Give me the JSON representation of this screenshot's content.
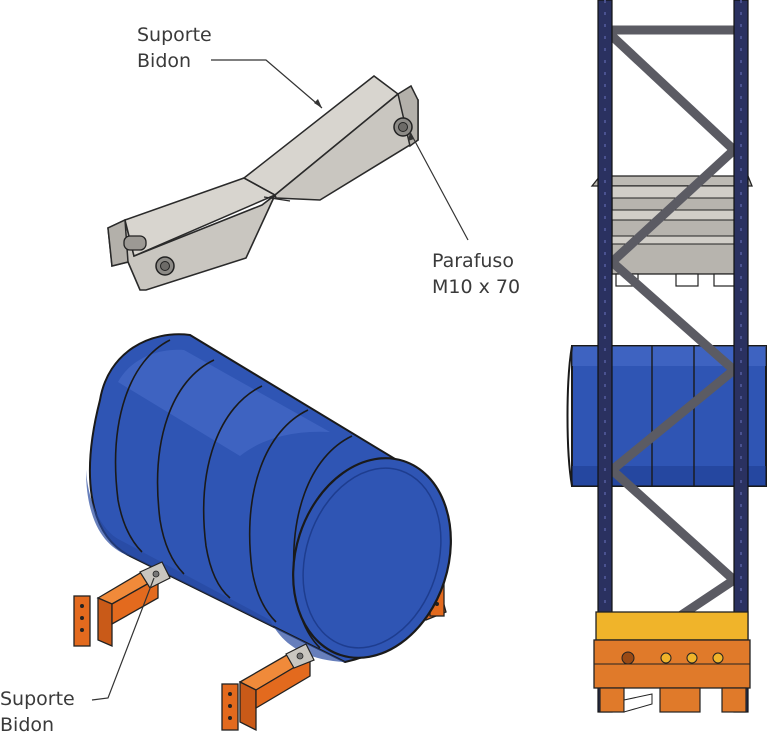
{
  "labels": {
    "top_support": {
      "line1": "Suporte",
      "line2": "Bidon"
    },
    "bolt": {
      "line1": "Parafuso",
      "line2": "M10 x 70"
    },
    "bottom_support": {
      "line1": "Suporte",
      "line2": "Bidon"
    }
  },
  "colors": {
    "drum_blue": "#2f55b4",
    "drum_blue_dark": "#1e3d8f",
    "drum_blue_light": "#4a70cc",
    "upright_navy": "#2a3160",
    "bracing_grey": "#5b5b63",
    "beam_orange": "#e36a1e",
    "base_orange": "#e07a2a",
    "base_yellow": "#f0b42a",
    "bracket_grey": "#c9c6c0",
    "outline": "#222222"
  },
  "icons": [
    "drum-support-bracket",
    "bolt",
    "steel-drum",
    "pallet-rack-upright"
  ]
}
